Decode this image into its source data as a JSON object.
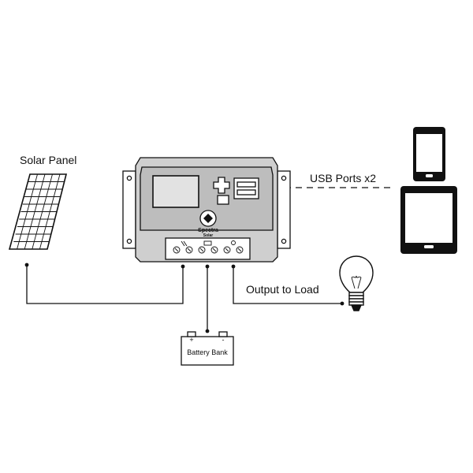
{
  "labels": {
    "solar_panel": "Solar Panel",
    "usb_ports": "USB Ports x2",
    "output_to_load": "Output to Load",
    "battery_bank": "Battery Bank"
  },
  "controller": {
    "brand": "Spectra",
    "sub_brand": "Solar"
  },
  "battery": {
    "plus": "+",
    "minus": "-"
  },
  "colors": {
    "line": "#111111",
    "controller_body": "#cfcfcf",
    "controller_panel": "#bdbdbd",
    "screen": "#e2e2e2",
    "device_screen": "#ffffff"
  }
}
